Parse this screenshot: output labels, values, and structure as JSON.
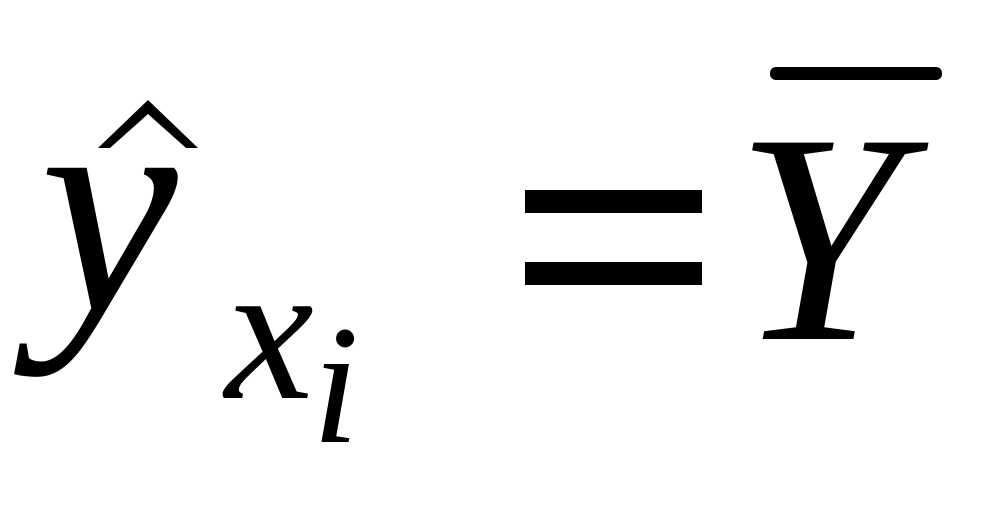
{
  "formula": {
    "lhs_symbol": "y",
    "lhs_accent": "hat",
    "subscript_symbol": "x",
    "subscript_index": "i",
    "operator": "=",
    "rhs_symbol": "Y",
    "rhs_accent": "bar"
  }
}
